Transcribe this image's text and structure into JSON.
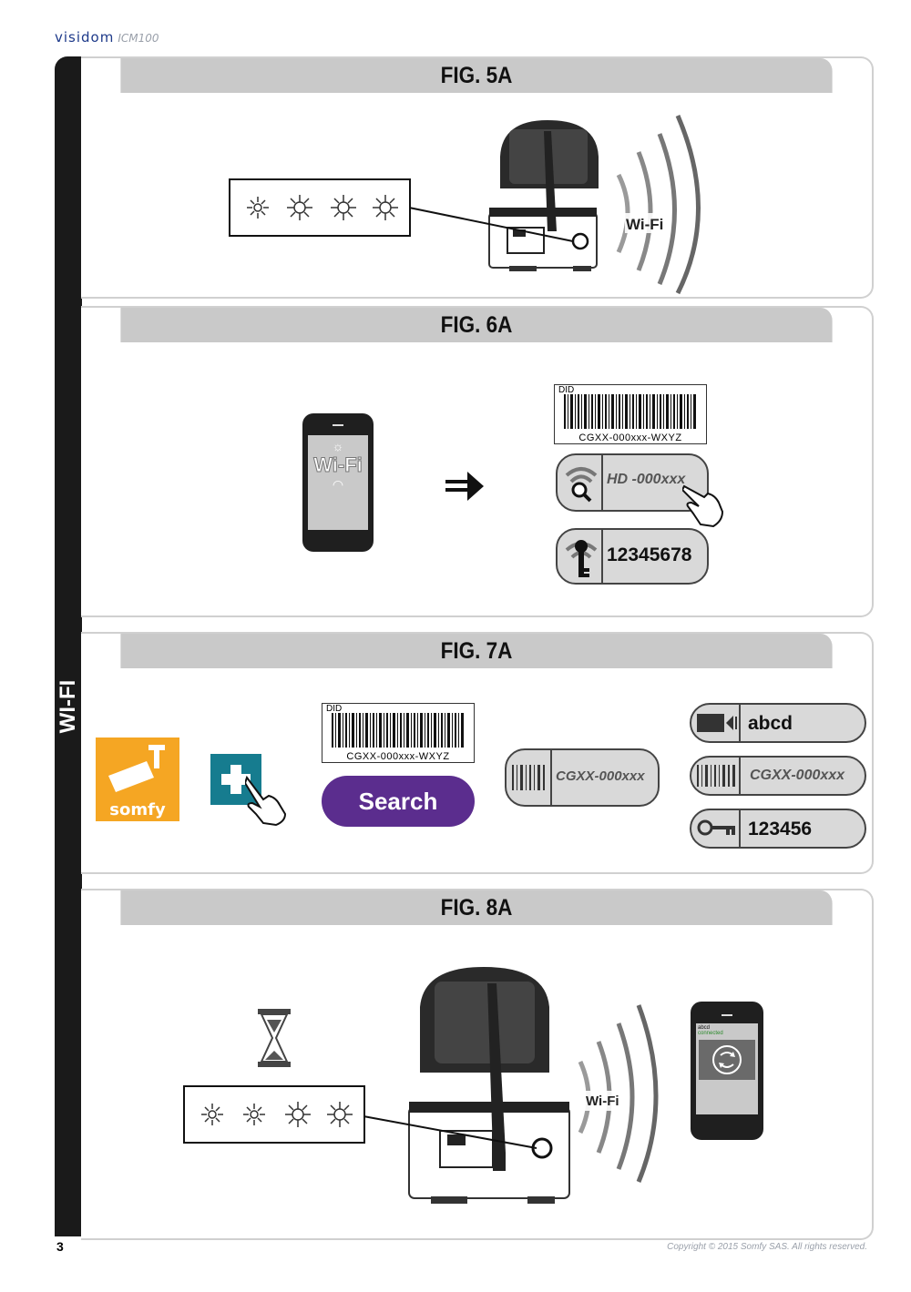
{
  "header": {
    "brand": "visidom",
    "model": "ICM100"
  },
  "sidebar": {
    "label": "WI-FI"
  },
  "figures": {
    "fig5a": {
      "title": "FIG. 5A",
      "wifi_label": "Wi-Fi"
    },
    "fig6a": {
      "title": "FIG. 6A",
      "phone_wifi": "Wi-Fi",
      "barcode_top": "DID",
      "barcode_bottom": "CGXX-000xxx-WXYZ",
      "network_name": "HD -000xxx",
      "password": "12345678"
    },
    "fig7a": {
      "title": "FIG. 7A",
      "app_name": "somfy",
      "barcode_top": "DID",
      "barcode_bottom": "CGXX-000xxx-WXYZ",
      "search_label": "Search",
      "found_id": "CGXX-000xxx",
      "camera_name": "abcd",
      "camera_id": "CGXX-000xxx",
      "camera_key": "123456"
    },
    "fig8a": {
      "title": "FIG. 8A",
      "wifi_label": "Wi-Fi",
      "phone_name": "abcd",
      "phone_status": "connected"
    }
  },
  "footer": {
    "page_number": "3",
    "copyright": "Copyright © 2015 Somfy SAS. All rights reserved."
  },
  "colors": {
    "panel_header": "#c9c9c9",
    "sidebar": "#1a1a1a",
    "search_button": "#5b2d8e",
    "somfy_tile": "#f5a623",
    "add_tile": "#167c8f",
    "brand": "#1e3a8a"
  },
  "icons": [
    "led-blinking-icon",
    "wifi-waves-icon",
    "hourglass-icon",
    "hand-pointer-icon",
    "key-icon",
    "camera-icon",
    "barcode-icon",
    "magnifier-icon",
    "refresh-icon",
    "plus-icon"
  ]
}
